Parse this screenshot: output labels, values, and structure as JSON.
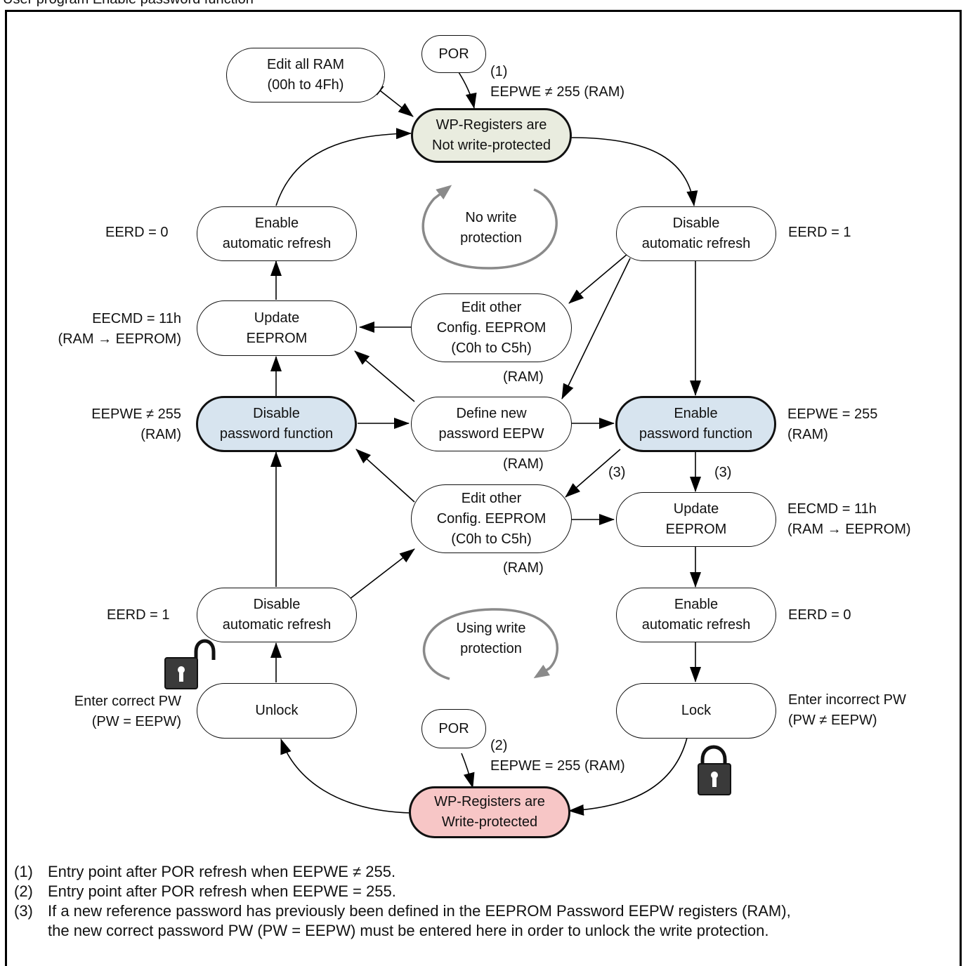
{
  "header": {
    "caption": "User program Enable password function"
  },
  "colors": {
    "not_protected_fill": "#e9ecdf",
    "protected_fill": "#f7c6c6",
    "password_fill": "#d7e4ef",
    "cycle_arrow": "#8a8a8a"
  },
  "nodes": {
    "edit_all_ram": [
      "Edit all RAM",
      "(00h to 4Fh)"
    ],
    "por_top": "POR",
    "not_protected": [
      "WP-Registers are",
      "Not write-protected"
    ],
    "enable_refresh_top": [
      "Enable",
      "automatic refresh"
    ],
    "disable_refresh_top": [
      "Disable",
      "automatic refresh"
    ],
    "update_eeprom_top": [
      "Update",
      "EEPROM"
    ],
    "edit_config_top": [
      "Edit other",
      "Config. EEPROM",
      "(C0h to C5h)"
    ],
    "disable_password": [
      "Disable",
      "password function"
    ],
    "define_password": [
      "Define new",
      "password EEPW"
    ],
    "enable_password": [
      "Enable",
      "password function"
    ],
    "edit_config_bottom": [
      "Edit other",
      "Config. EEPROM",
      "(C0h to C5h)"
    ],
    "update_eeprom_bottom": [
      "Update",
      "EEPROM"
    ],
    "disable_refresh_bottom": [
      "Disable",
      "automatic refresh"
    ],
    "enable_refresh_bottom": [
      "Enable",
      "automatic refresh"
    ],
    "unlock": "Unlock",
    "lock": "Lock",
    "por_bottom": "POR",
    "protected": [
      "WP-Registers are",
      "Write-protected"
    ]
  },
  "labels": {
    "por_top_note": [
      "(1)",
      "EEPWE ≠ 255 (RAM)"
    ],
    "por_bottom_note": [
      "(2)",
      "EEPWE = 255 (RAM)"
    ],
    "eerd0_top": "EERD = 0",
    "eerd1_top": "EERD = 1",
    "eecmd_left": [
      "EECMD = 11h",
      "(RAM → EEPROM)"
    ],
    "eecmd_right": [
      "EECMD = 11h",
      "(RAM → EEPROM)"
    ],
    "eepwe_ne": [
      "EEPWE ≠ 255",
      "(RAM)"
    ],
    "eepwe_eq": [
      "EEPWE = 255",
      "(RAM)"
    ],
    "ram_1": "(RAM)",
    "ram_2": "(RAM)",
    "ram_3": "(RAM)",
    "ref3_a": "(3)",
    "ref3_b": "(3)",
    "eerd1_bottom": "EERD = 1",
    "eerd0_bottom": "EERD = 0",
    "enter_correct": [
      "Enter correct PW",
      "(PW = EEPW)"
    ],
    "enter_incorrect": [
      "Enter incorrect PW",
      "(PW ≠ EEPW)"
    ],
    "cycle_top": [
      "No write",
      "protection"
    ],
    "cycle_bottom": [
      "Using write",
      "protection"
    ]
  },
  "notes": [
    {
      "num": "(1)",
      "lines": [
        "Entry point after POR refresh when EEPWE ≠ 255."
      ]
    },
    {
      "num": "(2)",
      "lines": [
        "Entry point after POR refresh when EEPWE = 255."
      ]
    },
    {
      "num": "(3)",
      "lines": [
        "If a new reference password has previously been defined in the EEPROM Password EEPW registers (RAM),",
        "the new correct password PW (PW = EEPW) must be entered here in order to unlock the write protection."
      ]
    }
  ],
  "icons": {
    "unlocked": "padlock-open-icon",
    "locked": "padlock-closed-icon"
  }
}
